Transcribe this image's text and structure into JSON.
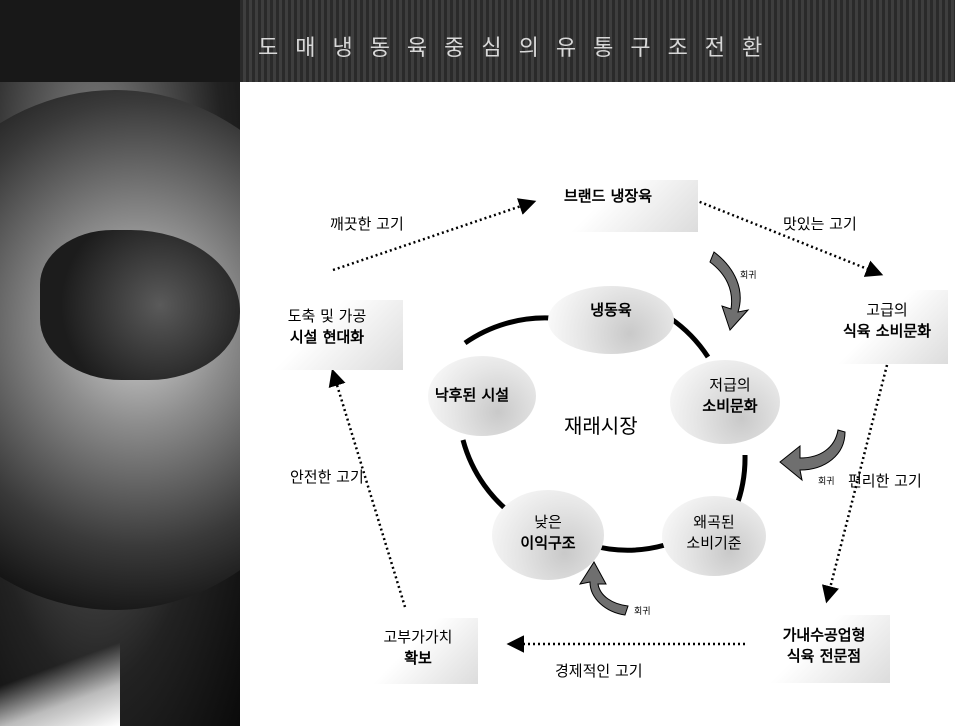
{
  "banner_title": "도 매 냉 동 육 중 심 의 유 통 구 조 전 환",
  "center_label": "재래시장",
  "inner": {
    "frozen": "냉동육",
    "low_culture_1": "저급의",
    "low_culture_2": "소비문화",
    "distorted_1": "왜곡된",
    "distorted_2": "소비기준",
    "low_profit_1": "낮은",
    "low_profit_2": "이익구조",
    "old_facility": "낙후된 시설"
  },
  "outer": {
    "brand": "브랜드 냉장육",
    "premium_1": "고급의",
    "premium_2": "식육 소비문화",
    "specialty_1": "가내수공업형",
    "specialty_2": "식육 전문점",
    "value_1": "고부가가치",
    "value_2": "확보",
    "modern_1": "도축 및 가공",
    "modern_2": "시설 현대화"
  },
  "edges": {
    "clean": "깨끗한 고기",
    "tasty": "맛있는 고기",
    "convenient": "편리한 고기",
    "economic": "경제적인 고기",
    "safe": "안전한 고기"
  },
  "return_label": "회귀"
}
